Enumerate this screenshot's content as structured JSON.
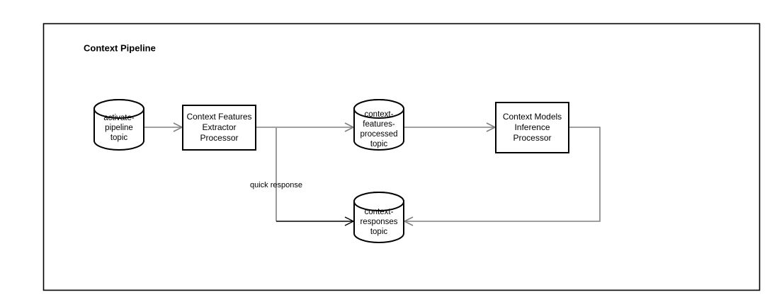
{
  "diagram": {
    "title": "Context Pipeline",
    "background_color": "#ffffff",
    "frame_stroke": "#000000",
    "node_stroke": "#000000",
    "edge_stroke": "#808080"
  },
  "nodes": {
    "activate_pipeline_topic": {
      "type": "datastore-cylinder",
      "lines": [
        "activate-",
        "pipeline",
        "topic"
      ]
    },
    "context_features_extractor": {
      "type": "process-box",
      "lines": [
        "Context Features",
        "Extractor",
        "Processor"
      ]
    },
    "context_features_processed_topic": {
      "type": "datastore-cylinder",
      "lines": [
        "context-",
        "features-",
        "processed",
        "topic"
      ]
    },
    "context_models_inference": {
      "type": "process-box",
      "lines": [
        "Context Models",
        "Inference",
        "Processor"
      ]
    },
    "context_responses_topic": {
      "type": "datastore-cylinder",
      "lines": [
        "context-",
        "responses",
        "topic"
      ]
    }
  },
  "edges": {
    "activate_to_extractor": {
      "label": ""
    },
    "extractor_to_features_processed": {
      "label": ""
    },
    "features_processed_to_inference": {
      "label": ""
    },
    "extractor_quick_response": {
      "label": "quick response"
    },
    "inference_to_responses": {
      "label": ""
    }
  }
}
